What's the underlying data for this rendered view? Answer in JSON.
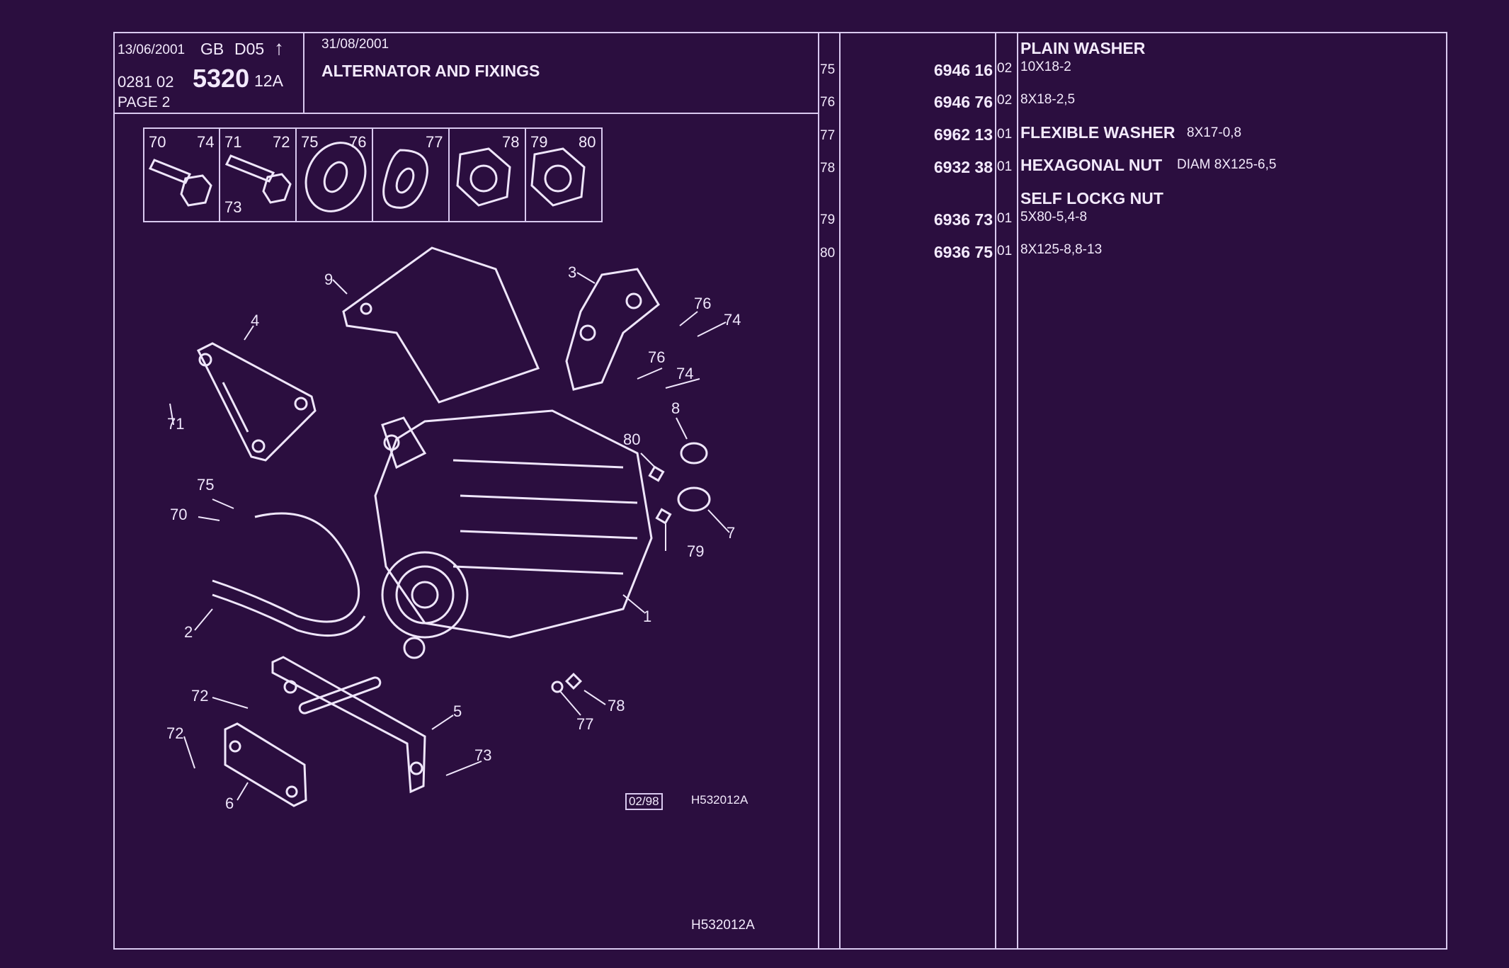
{
  "header": {
    "date_left": "13/06/2001",
    "lang": "GB",
    "code": "D05",
    "arrow": "↑",
    "ref_prefix": "0281 02",
    "ref_main": "5320",
    "ref_suffix": "12A",
    "page": "PAGE 2",
    "date_right": "31/08/2001",
    "title": "ALTERNATOR AND FIXINGS"
  },
  "icon_strip": [
    {
      "left": "70",
      "right": "74",
      "sub": ""
    },
    {
      "left": "71",
      "right": "72",
      "sub": "73"
    },
    {
      "left": "75",
      "right": "76",
      "sub": ""
    },
    {
      "left": "",
      "right": "77",
      "sub": ""
    },
    {
      "left": "",
      "right": "78",
      "sub": ""
    },
    {
      "left": "79",
      "right": "80",
      "sub": ""
    }
  ],
  "callouts": [
    "9",
    "3",
    "4",
    "76",
    "74",
    "76",
    "74",
    "8",
    "71",
    "80",
    "75",
    "70",
    "79",
    "7",
    "2",
    "1",
    "72",
    "5",
    "78",
    "77",
    "72",
    "73",
    "6"
  ],
  "drawing_stamp": "02/98",
  "drawing_ref": "H532012A",
  "footer_ref": "H532012A",
  "parts": [
    {
      "item": "75",
      "ref": "6946 16",
      "variant": "02",
      "name": "PLAIN WASHER",
      "spec": "10X18-2"
    },
    {
      "item": "76",
      "ref": "6946 76",
      "variant": "02",
      "name": "",
      "spec": "8X18-2,5"
    },
    {
      "item": "77",
      "ref": "6962 13",
      "variant": "01",
      "name": "FLEXIBLE WASHER",
      "spec": "8X17-0,8"
    },
    {
      "item": "78",
      "ref": "6932 38",
      "variant": "01",
      "name": "HEXAGONAL NUT",
      "spec": "DIAM 8X125-6,5"
    },
    {
      "item": "79",
      "ref": "6936 73",
      "variant": "01",
      "name": "SELF LOCKG NUT",
      "spec": "5X80-5,4-8"
    },
    {
      "item": "80",
      "ref": "6936 75",
      "variant": "01",
      "name": "",
      "spec": "8X125-8,8-13"
    }
  ],
  "colors": {
    "background": "#2b0e3f",
    "ink": "#f3eafc",
    "rule": "#d9c9ef"
  }
}
